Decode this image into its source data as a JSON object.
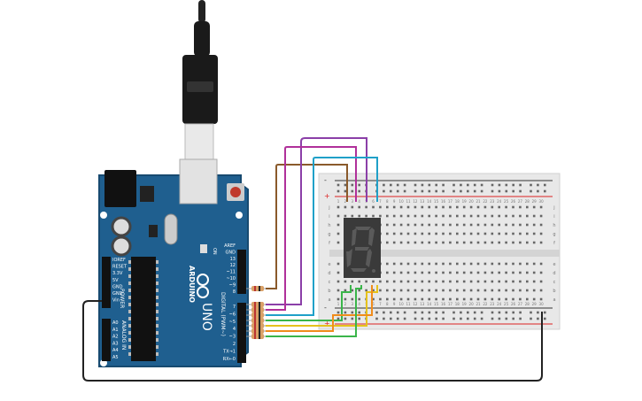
{
  "board": {
    "brand": "ARDUINO",
    "model": "UNO",
    "power_label": "POWER",
    "analog_label": "ANALOG IN",
    "digital_label": "DIGITAL (PWM~)",
    "tx_label": "TX",
    "rx_label": "RX",
    "on_label": "ON",
    "power_pins": [
      "IOREF",
      "RESET",
      "3.3V",
      "5V",
      "GND",
      "GND",
      "Vin"
    ],
    "analog_pins": [
      "A0",
      "A1",
      "A2",
      "A3",
      "A4",
      "A5"
    ],
    "top_pins": [
      "AREF",
      "GND",
      "13",
      "12",
      "~11",
      "~10",
      "~9",
      "8"
    ],
    "bottom_pins": [
      "7",
      "~6",
      "~5",
      "4",
      "~3",
      "2",
      "TX→1",
      "RX←0"
    ]
  },
  "breadboard": {
    "column_numbers": [
      "1",
      "2",
      "3",
      "4",
      "5",
      "6",
      "7",
      "8",
      "9",
      "10",
      "11",
      "12",
      "13",
      "14",
      "15",
      "16",
      "17",
      "18",
      "19",
      "20",
      "21",
      "22",
      "23",
      "24",
      "25",
      "26",
      "27",
      "28",
      "29",
      "30"
    ],
    "row_letters_top": [
      "j",
      "i",
      "h",
      "g",
      "f"
    ],
    "row_letters_bottom": [
      "e",
      "d",
      "c",
      "b",
      "a"
    ],
    "rail_plus": "+",
    "rail_minus": "-"
  },
  "display": {
    "digit": "8"
  },
  "colors": {
    "board": "#1f5f8f",
    "board_edge": "#174a70",
    "wire_brown": "#8a5a2b",
    "wire_purple": "#8b3fa8",
    "wire_magenta": "#b0309a",
    "wire_cyan": "#1fa0c8",
    "wire_green": "#3ab54a",
    "wire_yellow": "#e6c21c",
    "wire_orange": "#f08c1c",
    "wire_black": "#222222",
    "rail_red": "#d22",
    "rail_black": "#333"
  }
}
